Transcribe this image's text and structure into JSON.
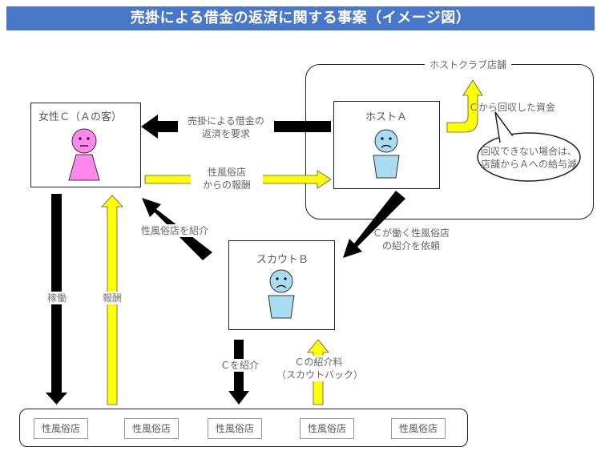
{
  "title": "売掛による借金の返済に関する事案（イメージ図）",
  "host_club": {
    "label": "ホストクラブ店舗"
  },
  "woman": {
    "label": "女性Ｃ（Ａの客）"
  },
  "host": {
    "label": "ホストＡ"
  },
  "scout": {
    "label": "スカウトＢ"
  },
  "speech_bubble": {
    "line1": "回収できない場合は、",
    "line2": "店舗からＡへの給与減"
  },
  "arrows": {
    "repay_request": {
      "line1": "売掛による借金の",
      "line2": "返済を要求"
    },
    "fuzoku_reward": {
      "line1": "性風俗店",
      "line2": "からの報酬"
    },
    "collected_funds": "Ｃから回収した資金",
    "request_to_scout": {
      "line1": "Ｃが働く性風俗店",
      "line2": "の紹介を依頼"
    },
    "introduce_fuzoku": "性風俗店を紹介",
    "work": "稼働",
    "reward": "報酬",
    "introduce_c": "Ｃを紹介",
    "intro_fee": {
      "line1": "Ｃの紹介料",
      "line2": "（スカウトバック）"
    }
  },
  "shops": [
    "性風俗店",
    "性風俗店",
    "性風俗店",
    "性風俗店",
    "性風俗店"
  ],
  "colors": {
    "banner": "#4a78c8",
    "black_arrow": "#000000",
    "yellow_arrow": "#ffff00",
    "woman_figure": "#ff88ee",
    "man_figure": "#a8dcf0"
  }
}
